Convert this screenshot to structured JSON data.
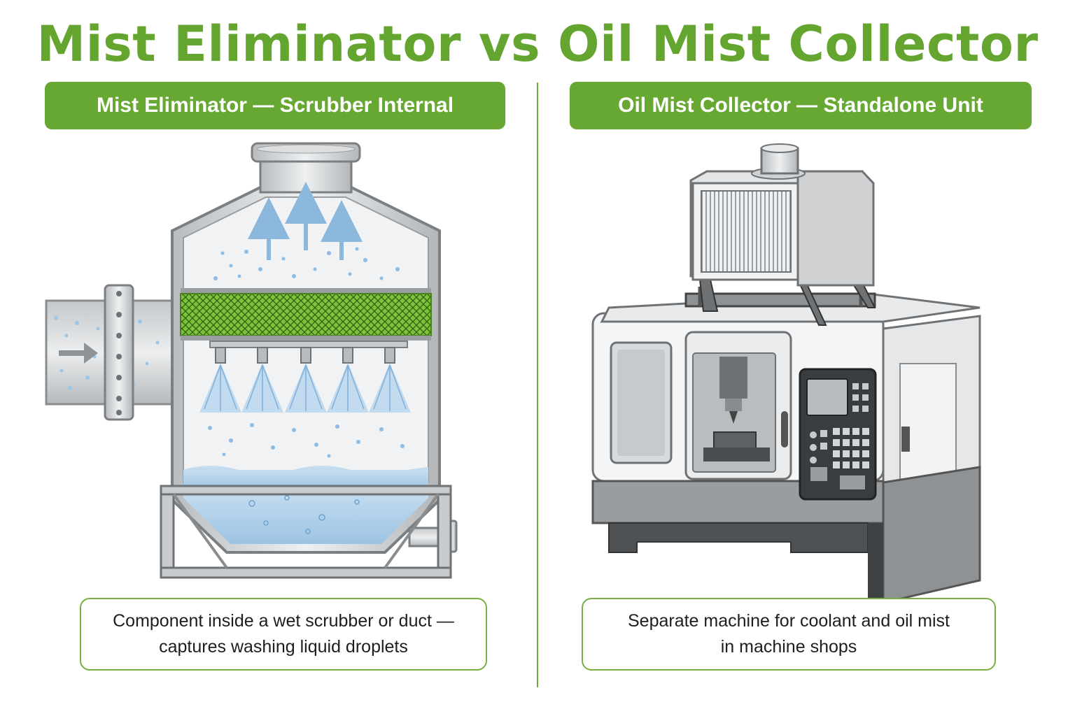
{
  "title": "Mist Eliminator vs Oil Mist Collector",
  "left_panel": {
    "header": "Mist Eliminator — Scrubber Internal",
    "caption_line1": "Component inside a wet scrubber or duct —",
    "caption_line2": "captures washing liquid droplets",
    "illustration": "wet-scrubber-vessel-icon"
  },
  "right_panel": {
    "header": "Oil Mist Collector — Standalone Unit",
    "caption_line1": "Separate machine for coolant and oil mist",
    "caption_line2": "in machine shops",
    "illustration": "cnc-machine-with-collector-icon"
  },
  "colors": {
    "brand_green": "#63a52e",
    "header_green": "#67a833",
    "mesh_green": "#7cc23a",
    "water_blue": "#a9cbe6",
    "steel": "#d6d8da"
  }
}
